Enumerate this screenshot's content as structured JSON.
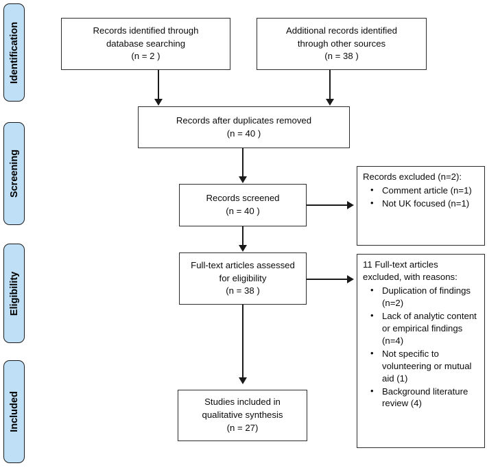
{
  "diagram": {
    "type": "prisma-flow-diagram",
    "stages": [
      {
        "id": "identification",
        "label": "Identification"
      },
      {
        "id": "screening",
        "label": "Screening"
      },
      {
        "id": "eligibility",
        "label": "Eligibility"
      },
      {
        "id": "included",
        "label": "Included"
      }
    ],
    "boxes": {
      "records_identified": {
        "line1": "Records identified through",
        "line2": "database searching",
        "line3": "(n =  2 )"
      },
      "additional_records": {
        "line1": "Additional records identified",
        "line2": "through other sources",
        "line3": "(n =  38 )"
      },
      "duplicates_removed": {
        "line1": "Records after duplicates removed",
        "line2": "(n = 40  )"
      },
      "records_screened": {
        "line1": "Records screened",
        "line2": "(n = 40  )"
      },
      "records_excluded": {
        "heading": "Records excluded (n=2):",
        "items": [
          "Comment article (n=1)",
          "Not UK focused (n=1)"
        ]
      },
      "fulltext_assessed": {
        "line1": "Full-text articles assessed",
        "line2": "for eligibility",
        "line3": "(n = 38 )"
      },
      "fulltext_excluded": {
        "heading_line1": "11 Full-text articles",
        "heading_line2": "excluded, with reasons:",
        "items": [
          "Duplication of findings (n=2)",
          "Lack of analytic content or empirical findings (n=4)",
          "Not specific to volunteering or mutual aid (1)",
          "Background literature review (4)"
        ]
      },
      "studies_included": {
        "line1": "Studies included in",
        "line2": "qualitative synthesis",
        "line3": "(n = 27)"
      }
    },
    "colors": {
      "stage_tab_fill": "#bedff6",
      "stage_tab_border": "#1a1a1a",
      "box_border": "#2b2b2b",
      "connector": "#1a1a1a",
      "background": "#ffffff",
      "text": "#0a0a0a"
    }
  }
}
